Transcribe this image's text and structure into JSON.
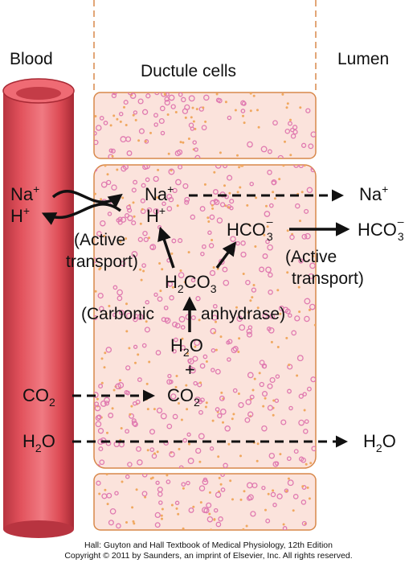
{
  "headers": {
    "blood": "Blood",
    "ductule": "Ductule cells",
    "lumen": "Lumen"
  },
  "ions": {
    "na": "Na",
    "na_sup": "+",
    "h": "H",
    "h_sup": "+",
    "hco3": "HCO",
    "hco3_sub": "3",
    "hco3_sup": "–",
    "h2co3_a": "H",
    "h2co3_sub": "2",
    "h2co3_b": "CO",
    "h2co3_sub2": "3",
    "h2o_a": "H",
    "h2o_sub": "2",
    "h2o_b": "O",
    "co2": "CO",
    "co2_sub": "2",
    "plus": "+"
  },
  "labels": {
    "active_left_1": "(Active",
    "active_left_2": "transport)",
    "active_right_1": "(Active",
    "active_right_2": "transport)",
    "carbonic": "(Carbonic",
    "anhydrase": "anhydrase)"
  },
  "footer": {
    "line1": "Hall: Guyton and Hall Textbook of Medical Physiology, 12th Edition",
    "line2": "Copyright © 2011 by Saunders, an imprint of Elsevier, Inc. All rights reserved."
  },
  "colors": {
    "vessel": "#dd4b55",
    "vessel_dark": "#b83440",
    "cell_fill": "#fbe3dc",
    "cell_border": "#d8884a",
    "dot_pink": "#e07ab0",
    "dot_orange": "#f0a860"
  }
}
